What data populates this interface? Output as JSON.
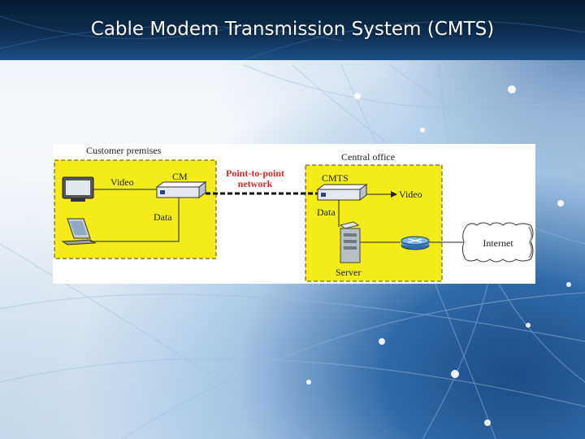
{
  "slide": {
    "title": "Cable Modem Transmission System (CMTS)"
  },
  "diagram": {
    "customer_premises_label": "Customer premises",
    "central_office_label": "Central office",
    "network_label_line1": "Point-to-point",
    "network_label_line2": "network",
    "cm_label": "CM",
    "cmts_label": "CMTS",
    "video_label_customer": "Video",
    "data_label_customer": "Data",
    "video_label_office": "Video",
    "data_label_office": "Data",
    "server_label": "Server",
    "internet_label": "Internet"
  },
  "colors": {
    "box_fill": "#f4ec1a",
    "network_text": "#d42a2a",
    "title_bar": "#0c2e52"
  },
  "icons": [
    "tv-icon",
    "laptop-icon",
    "cable-modem-icon",
    "server-icon",
    "router-icon",
    "internet-cloud-icon"
  ]
}
